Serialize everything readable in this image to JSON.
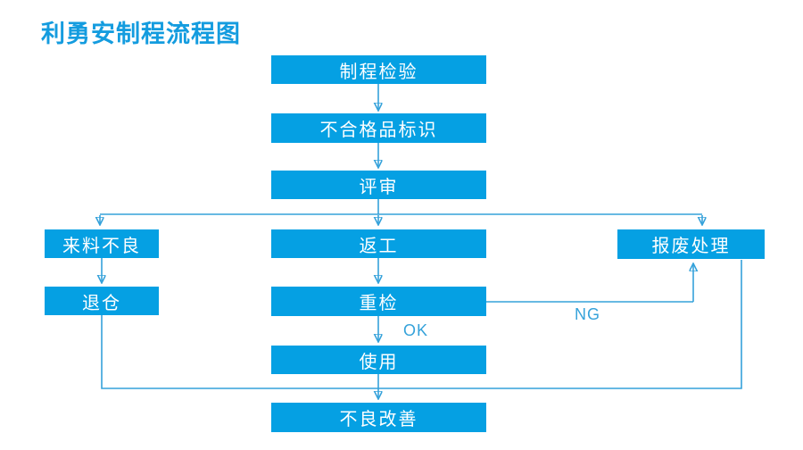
{
  "title": "利勇安制程流程图",
  "colors": {
    "box_fill": "#05a0e3",
    "connector": "#35a2da",
    "title_text": "#149cdf",
    "box_text": "#ffffff",
    "background": "#ffffff"
  },
  "nodes": [
    {
      "id": "process-inspection",
      "label": "制程检验"
    },
    {
      "id": "nonconforming-identification",
      "label": "不合格品标识"
    },
    {
      "id": "review",
      "label": "评审"
    },
    {
      "id": "incoming-defect",
      "label": "来料不良"
    },
    {
      "id": "rework",
      "label": "返工"
    },
    {
      "id": "scrap-handling",
      "label": "报废处理"
    },
    {
      "id": "return-warehouse",
      "label": "退仓"
    },
    {
      "id": "reinspection",
      "label": "重检"
    },
    {
      "id": "use",
      "label": "使用"
    },
    {
      "id": "defect-improvement",
      "label": "不良改善"
    }
  ],
  "edge_labels": {
    "ok": "OK",
    "ng": "NG"
  },
  "edges": [
    {
      "from": "制程检验",
      "to": "不合格品标识"
    },
    {
      "from": "不合格品标识",
      "to": "评审"
    },
    {
      "from": "评审",
      "to": "来料不良"
    },
    {
      "from": "评审",
      "to": "返工"
    },
    {
      "from": "评审",
      "to": "报废处理"
    },
    {
      "from": "来料不良",
      "to": "退仓"
    },
    {
      "from": "返工",
      "to": "重检"
    },
    {
      "from": "重检",
      "to": "使用",
      "label": "OK"
    },
    {
      "from": "重检",
      "to": "报废处理",
      "label": "NG"
    },
    {
      "from": "使用",
      "to": "不良改善"
    },
    {
      "from": "退仓",
      "to": "不良改善"
    },
    {
      "from": "报废处理",
      "to": "不良改善"
    }
  ]
}
